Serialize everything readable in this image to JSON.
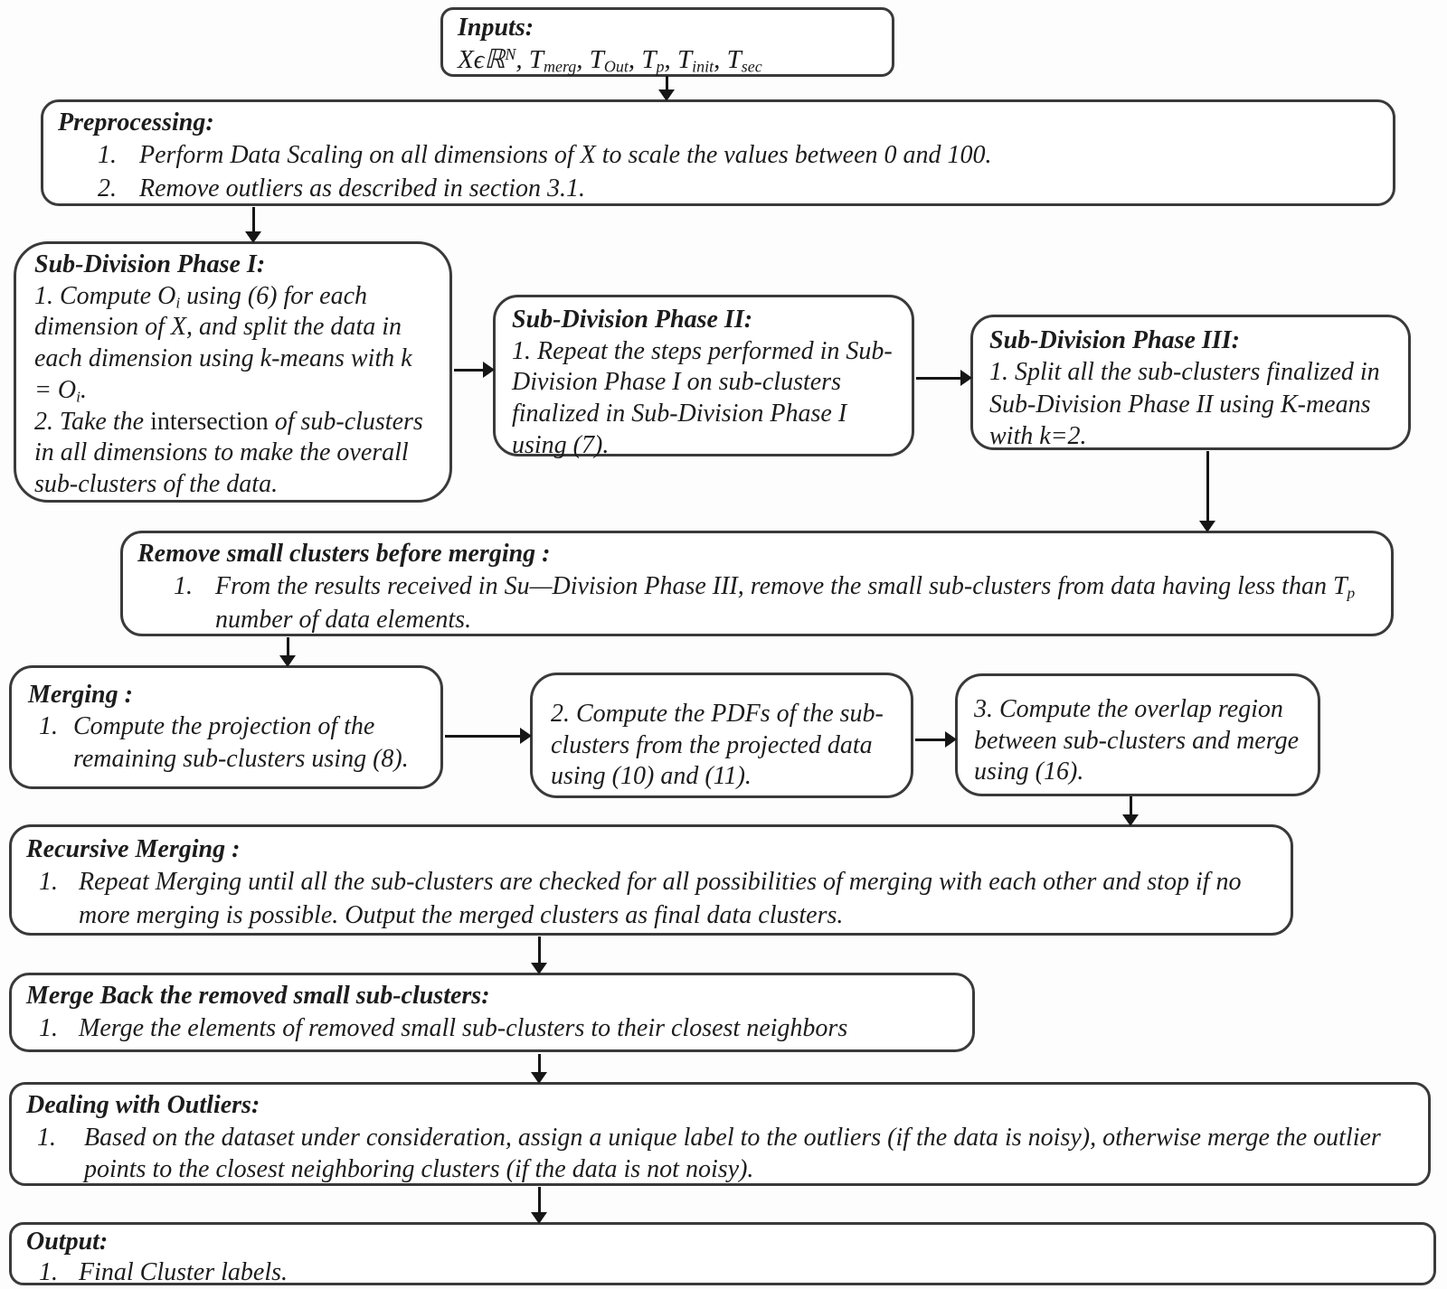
{
  "diagram": {
    "colors": {
      "border": "#3a3a3a",
      "text": "#1c1c1c",
      "background": "#ffffff",
      "arrow": "#161616"
    },
    "inputs": {
      "title": "Inputs:",
      "formula": [
        {
          "t": "Xϵℝ"
        },
        {
          "sup": "N"
        },
        {
          "t": ", T"
        },
        {
          "sub": "merg"
        },
        {
          "t": ", T"
        },
        {
          "sub": "Out"
        },
        {
          "t": ", T"
        },
        {
          "sub": "p"
        },
        {
          "t": ", T"
        },
        {
          "sub": "init"
        },
        {
          "t": ", T"
        },
        {
          "sub": "sec"
        }
      ]
    },
    "preprocessing": {
      "title": "Preprocessing:",
      "items": [
        {
          "num": "1.",
          "text": "Perform Data Scaling on all dimensions of X to scale the values between 0 and 100."
        },
        {
          "num": "2.",
          "text": "Remove outliers as described in section 3.1."
        }
      ]
    },
    "phase1": {
      "title": "Sub-Division Phase I:",
      "para1": [
        {
          "t": "1. Compute O"
        },
        {
          "sub": "i"
        },
        {
          "t": " using (6) for each dimension of X, and split the data in each dimension using k-means with k = O"
        },
        {
          "sub": "i"
        },
        {
          "t": "."
        }
      ],
      "para2": [
        {
          "t": "2. Take the "
        },
        {
          "rm": "intersection"
        },
        {
          "t": " of  sub-clusters in all dimensions to make the overall sub-clusters of the data."
        }
      ]
    },
    "phase2": {
      "title": "Sub-Division Phase II:",
      "text": "1. Repeat the steps performed in Sub-Division Phase I on sub-clusters finalized in Sub-Division Phase I using (7)."
    },
    "phase3": {
      "title": "Sub-Division Phase III:",
      "text": "1. Split all the sub-clusters finalized in Sub-Division Phase II  using K-means with k=2."
    },
    "remove_small": {
      "title": "Remove small clusters before merging :",
      "item_num": "1.",
      "item": [
        {
          "t": "From the results received in Su—Division Phase III, remove the small sub-clusters from data having less than T"
        },
        {
          "sub": "p"
        },
        {
          "t": " number of data elements."
        }
      ]
    },
    "merging": {
      "title": "Merging :",
      "item_num": "1.",
      "item": "Compute the projection of the remaining sub-clusters using (8)."
    },
    "merging_step2": {
      "text": "2. Compute the PDFs of the sub-clusters from the projected data using (10) and (11)."
    },
    "merging_step3": {
      "text": "3. Compute the overlap region between sub-clusters and merge using (16)."
    },
    "recursive_merging": {
      "title": "Recursive Merging :",
      "item_num": "1.",
      "item": "Repeat Merging until all the sub-clusters are checked for all possibilities of merging with each other and stop if no more merging is possible. Output the merged clusters as final data clusters."
    },
    "merge_back": {
      "title": "Merge Back the removed small sub-clusters:",
      "item_num": "1.",
      "item": "Merge the elements of removed small sub-clusters to their closest neighbors"
    },
    "outliers": {
      "title": "Dealing with Outliers:",
      "item_num": "1.",
      "item": "Based on the dataset under consideration, assign a unique label to the outliers (if the data is noisy), otherwise merge the outlier points to the closest neighboring clusters (if the data is not noisy)."
    },
    "output": {
      "title": "Output:",
      "item_num": "1.",
      "item": "Final Cluster labels."
    }
  }
}
